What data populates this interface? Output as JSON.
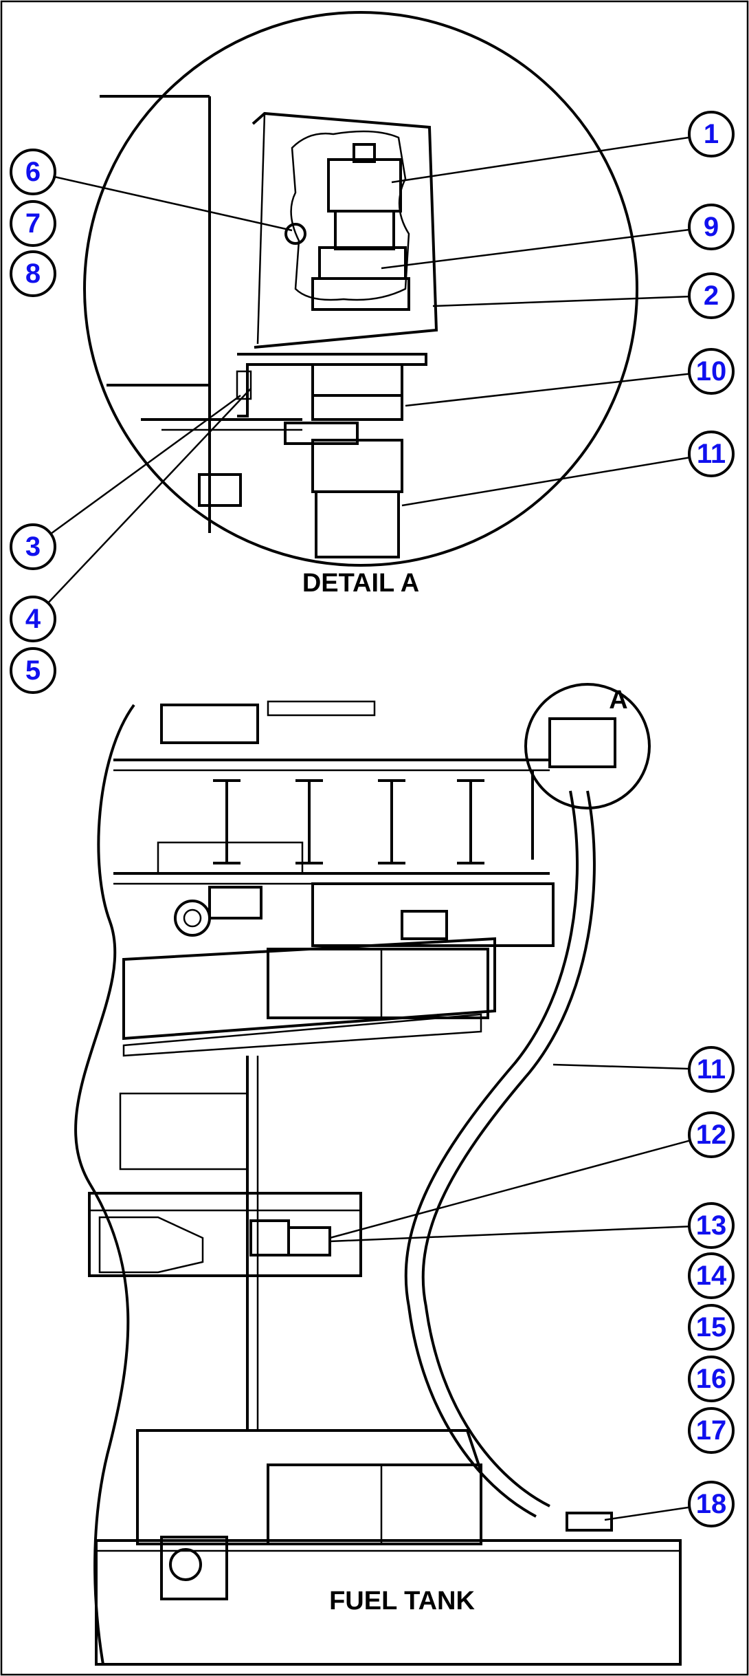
{
  "detail": {
    "title": "DETAIL A"
  },
  "main_view": {
    "detail_marker": "A",
    "tank_label": "FUEL TANK"
  },
  "callouts": {
    "c1": "1",
    "c2": "2",
    "c3": "3",
    "c4": "4",
    "c5": "5",
    "c6": "6",
    "c7": "7",
    "c8": "8",
    "c9": "9",
    "c10": "10",
    "c11a": "11",
    "c11b": "11",
    "c12": "12",
    "c13": "13",
    "c14": "14",
    "c15": "15",
    "c16": "16",
    "c17": "17",
    "c18": "18"
  },
  "colors": {
    "callout_text": "#1010ee",
    "line": "#000000",
    "background": "#ffffff"
  }
}
